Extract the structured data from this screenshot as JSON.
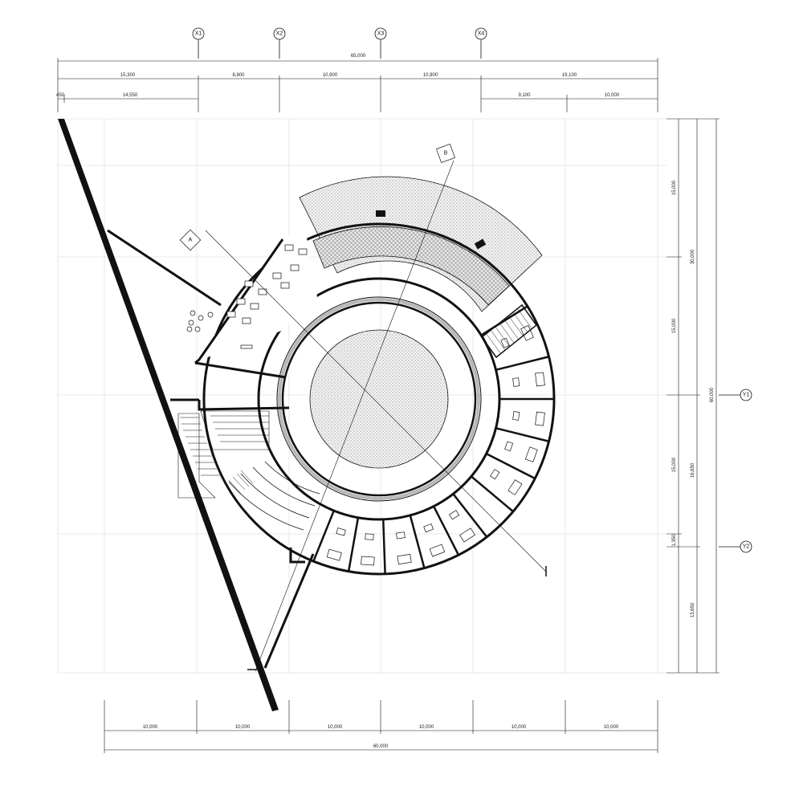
{
  "colors": {
    "ink": "#111111",
    "grid": "#e2e2e2",
    "atrium_fill": "#eeeeee",
    "balcony_fill": "#ececec",
    "hatch_fill": "#d6d6d6"
  },
  "axes": {
    "columns": [
      "X1",
      "X2",
      "X3",
      "X4"
    ],
    "rows": [
      "Y1",
      "Y2"
    ]
  },
  "dimensions": {
    "top_total": "65,000",
    "top_row1": [
      "15,300",
      "8,800",
      "10,900",
      "10,900",
      "19,100"
    ],
    "top_row2_left_small": "450",
    "top_row2_left": "14,550",
    "top_row2_right": [
      "9,100",
      "10,000"
    ],
    "bottom_spans": [
      "10,000",
      "10,000",
      "10,000",
      "10,000",
      "10,000",
      "10,000"
    ],
    "bottom_total": "60,000",
    "right_col1": [
      "15,000",
      "15,000",
      "15,000",
      "1,350"
    ],
    "right_col2_mid": "30,000",
    "right_col2_lower": "16,650",
    "right_col2_bottom": "13,650",
    "right_total": "60,000"
  },
  "sections": {
    "a": "A",
    "b": "B"
  }
}
